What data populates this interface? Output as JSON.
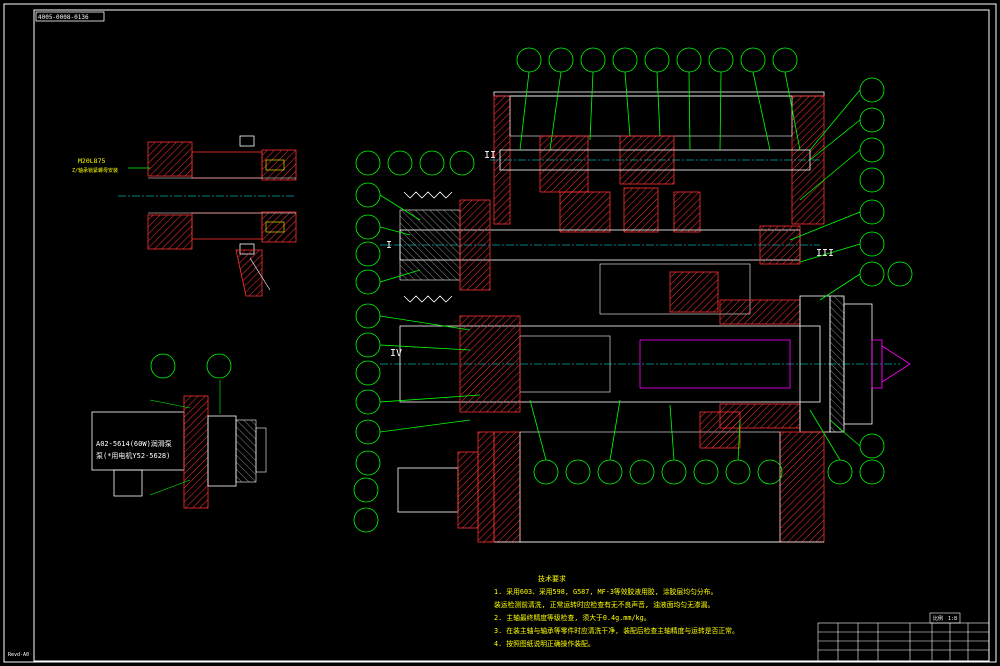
{
  "sheet": {
    "code_top_left": "4005-0008-0136",
    "scale_bottom_left": "Revd-A0"
  },
  "labels": {
    "detail_label": "M20L875",
    "detail_note": "Z/轴承锁紧螺母安装",
    "motor_line1": "A02-5614(60W)润滑泵",
    "motor_line2": "泵(*用电机Y52-5628)",
    "roman_I": "I",
    "roman_II": "II",
    "roman_III": "III",
    "roman_IV": "IV"
  },
  "tech_req": {
    "title": "技术要求",
    "items": [
      "1. 采用603、采用598, G587, MF-3等效胶液用胶, 涂胶层均匀分布。",
      "   装运检测前清洗, 正常运转时应检查有无不良声音, 油液面均匀无渗漏。",
      "2. 主轴最终精度等级检查, 须大于0.4g.mm/kg。",
      "3. 在装主轴与轴承等零件时应清洗干净, 装配后检查主轴精度与运转是否正常。",
      "4. 按照图纸说明正确操作装配。"
    ]
  },
  "title_block": {
    "scale_cell": "比例",
    "scale_value": "1:8"
  },
  "colors": {
    "background": "#000000",
    "frame": "#ffffff",
    "part": "#ff3030",
    "balloon": "#00ff00",
    "shaft": "#ff00ff",
    "text_note": "#ffff00"
  }
}
